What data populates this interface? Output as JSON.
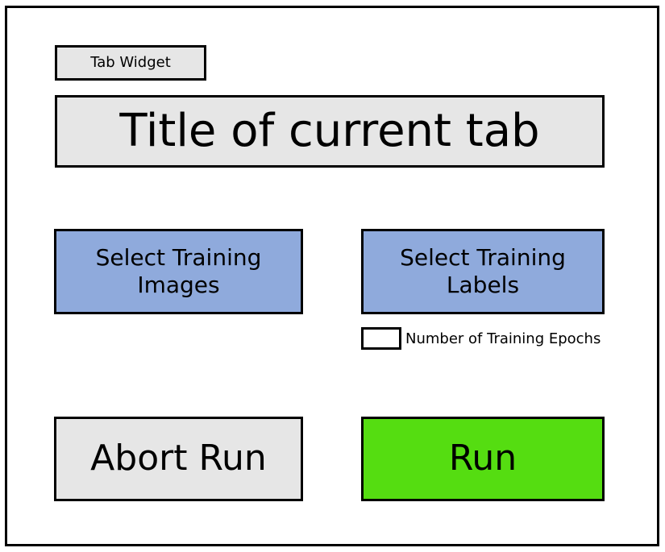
{
  "tab_widget": {
    "label": "Tab Widget"
  },
  "title": {
    "text": "Title of current tab"
  },
  "buttons": {
    "select_images": {
      "line1": "Select Training",
      "line2": "Images"
    },
    "select_labels": {
      "line1": "Select Training",
      "line2": "Labels"
    },
    "abort": "Abort Run",
    "run": "Run"
  },
  "epochs": {
    "label": "Number of Training Epochs",
    "value": ""
  },
  "colors": {
    "select_button_bg": "#8faadc",
    "run_button_bg": "#55dd11",
    "neutral_bg": "#e6e6e6"
  }
}
